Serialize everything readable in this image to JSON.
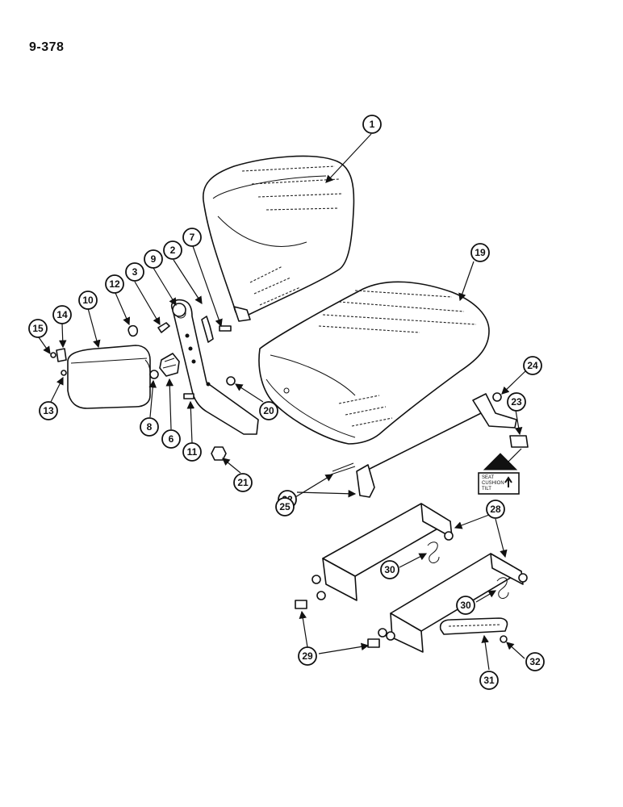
{
  "page_number": "9-378",
  "decal": {
    "line1": "SEAT",
    "line2": "CUSHION",
    "line3": "TILT"
  },
  "callouts": [
    "1",
    "2",
    "3",
    "6",
    "7",
    "8",
    "9",
    "10",
    "11",
    "12",
    "13",
    "14",
    "15",
    "19",
    "20",
    "21",
    "22",
    "23",
    "24",
    "25",
    "28",
    "29",
    "30",
    "31",
    "32"
  ]
}
